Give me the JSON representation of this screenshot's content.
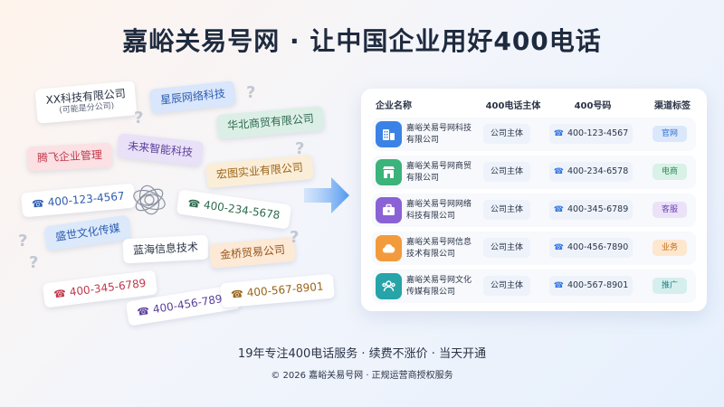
{
  "title": "嘉峪关易号网 · 让中国企业用好400电话",
  "chaos": {
    "cards": [
      {
        "text": "XX科技有限公司",
        "sub": "(可能是分公司)",
        "bg": "#ffffff",
        "fg": "#2a3346"
      },
      {
        "text": "星辰网络科技",
        "bg": "#d9e6fb",
        "fg": "#2f5db0"
      },
      {
        "text": "华北商贸有限公司",
        "bg": "#dcefe6",
        "fg": "#2d6a4f"
      },
      {
        "text": "腾飞企业管理",
        "bg": "#fbe1e4",
        "fg": "#c0394b"
      },
      {
        "text": "未来智能科技",
        "bg": "#e9e1f7",
        "fg": "#5b3f9a"
      },
      {
        "text": "宏图实业有限公司",
        "bg": "#fbeed8",
        "fg": "#9a6418"
      },
      {
        "text": "400-123-4567",
        "bg": "#ffffff",
        "fg": "#2f5db0",
        "phone": true
      },
      {
        "text": "400-234-5678",
        "bg": "#ffffff",
        "fg": "#2d6a4f",
        "phone": true
      },
      {
        "text": "盛世文化传媒",
        "bg": "#dbe9fa",
        "fg": "#2f5db0"
      },
      {
        "text": "蓝海信息技术",
        "bg": "#ffffff",
        "fg": "#2a3346"
      },
      {
        "text": "金桥贸易公司",
        "bg": "#fce9d6",
        "fg": "#9a5518"
      },
      {
        "text": "400-345-6789",
        "bg": "#ffffff",
        "fg": "#c0394b",
        "phone": true
      },
      {
        "text": "400-456-7890",
        "bg": "#ffffff",
        "fg": "#5b3f9a",
        "phone": true
      },
      {
        "text": "400-567-8901",
        "bg": "#ffffff",
        "fg": "#9a6418",
        "phone": true
      }
    ],
    "qmarks": [
      "?",
      "?",
      "?",
      "?",
      "?",
      "?"
    ]
  },
  "table": {
    "headers": [
      "企业名称",
      "400电话主体",
      "400号码",
      "渠道标签"
    ],
    "rows": [
      {
        "icon": "office-building-icon",
        "icon_bg": "#3b82e6",
        "name1": "嘉峪关易号网科技",
        "name2": "有限公司",
        "subject": "公司主体",
        "number": "400-123-4567",
        "channel": "官网",
        "chan_bg": "#dbe8fb",
        "chan_fg": "#2f6fd6"
      },
      {
        "icon": "storefront-icon",
        "icon_bg": "#3bb37a",
        "name1": "嘉峪关易号网商贸",
        "name2": "有限公司",
        "subject": "公司主体",
        "number": "400-234-6578",
        "channel": "电商",
        "chan_bg": "#d9f1e6",
        "chan_fg": "#2d8a5a"
      },
      {
        "icon": "briefcase-icon",
        "icon_bg": "#8a62d6",
        "name1": "嘉峪关易号网网络",
        "name2": "科技有限公司",
        "subject": "公司主体",
        "number": "400-345-6789",
        "channel": "客服",
        "chan_bg": "#ebe2f8",
        "chan_fg": "#6a44b8"
      },
      {
        "icon": "cloud-icon",
        "icon_bg": "#f39a3c",
        "name1": "嘉峪关易号网信息",
        "name2": "技术有限公司",
        "subject": "公司主体",
        "number": "400-456-7890",
        "channel": "业务",
        "chan_bg": "#fde7cf",
        "chan_fg": "#c26a12"
      },
      {
        "icon": "people-icon",
        "icon_bg": "#26a4a8",
        "name1": "嘉峪关易号网文化",
        "name2": "传媒有限公司",
        "subject": "公司主体",
        "number": "400-567-8901",
        "channel": "推广",
        "chan_bg": "#d5efee",
        "chan_fg": "#1f7f82"
      }
    ]
  },
  "slogan": "19年专注400电话服务 · 续费不涨价 · 当天开通",
  "footer": "© 2026 嘉峪关易号网 · 正规运营商授权服务"
}
